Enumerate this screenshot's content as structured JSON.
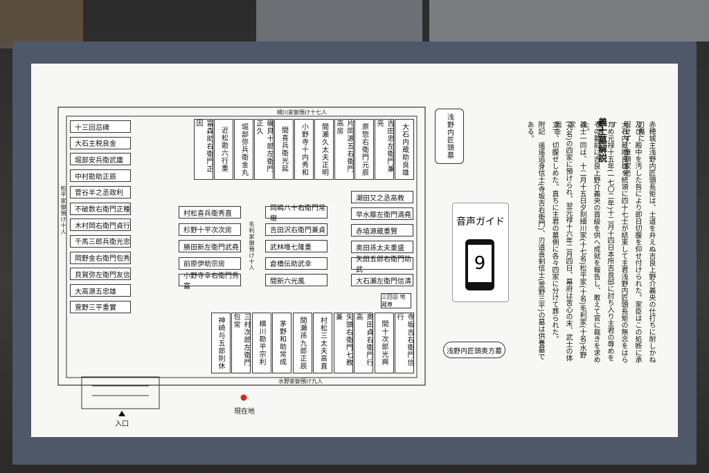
{
  "title": "義士墓解説",
  "guide": {
    "label": "音声ガイド",
    "number": "9"
  },
  "tomb_labels": {
    "main": "浅野内匠頭墓",
    "wife": "浅野内匠頭奥方墓",
    "here": "現在地",
    "entrance": "入口"
  },
  "group_labels": {
    "top": "細川家御預け十七人",
    "bottom": "水野家御預け九人",
    "left": "松平家御預け十人",
    "middle": "毛利家御預け十人",
    "special": "三回忌 地蔵尊"
  },
  "left_list": [
    "十三回忌碑",
    "大石主税良金",
    "堀部安兵衛武庸",
    "中村勘助正辰",
    "菅谷半之丞政利",
    "不破数右衛門正種",
    "木村岡右衛門貞行",
    "千馬三郎兵衛光忠",
    "岡野金右衛門包秀",
    "貝賀弥左衛門友信",
    "大高源五忠雄",
    "萱野三平重實"
  ],
  "top_row": [
    "大石内蔵助良雄",
    "吉田忠左衛門兼亮",
    "原惣右衛門元辰",
    "片岡源五右衛門高房",
    "間瀬久太夫正明",
    "小野寺十内秀和",
    "間喜兵衛光延",
    "磯貝十郎左衛門正久",
    "堀部弥兵衛金丸",
    "近松勘六行重",
    "富森助右衛門正因"
  ],
  "mid_left": [
    "村松喜兵衛秀直",
    "杉野十平次次房",
    "勝田新左衛門武堯",
    "前原伊助宗房",
    "小野寺幸右衛門秀富"
  ],
  "mid_center": [
    "岡嶋八十右衛門常樹",
    "吉田沢右衛門兼貞",
    "武林唯七隆重",
    "倉橋伝助武幸",
    "間新六光風"
  ],
  "mid_right": [
    "潮田又之丞高教",
    "早水藤左衛門満堯",
    "赤埴源蔵重賢",
    "奥田孫太夫重盛",
    "矢田五郎右衛門助武",
    "大石瀬左衛門信清"
  ],
  "bottom_row": [
    "寺坂吉右衛門信行",
    "間十次郎光興",
    "奥田貞右衛門行高",
    "矢頭右衛門七教兼",
    "村松三太夫高直",
    "間瀬孫九郎正辰",
    "茅野和助常成",
    "横川勘平宗利",
    "三村次郎左衛門包常",
    "神崎与五郎則休"
  ],
  "description": [
    "赤穂城主浅野内匠頭長矩は、士道を弁えぬ吉良上野介義央の仕打ちに耐しかね刃傷に",
    "及び、殿中を汚した咎により即日切腹を仰せ付けられた。家臣はこの処断に承服せず、筆頭家老",
    "大石内蔵助良雄を統領に四十七士が結束して主君浅野内匠頭長矩の無念をはらす",
    "ため元禄十五年(一七〇二年)十二月十四日本所吉良邸に討ち入り主君の辱めを雪ぎ、",
    "その墓前に吉良上野介義央の首級を供へ成就を報告し、敢えて官に裁きを求めた。",
    "義士一同は、十二月十五日夕刻細川家(十七名)松平家(十名)毛利家(十名)水野家",
    "(九名)の四家に預けられ、翌元禄十六年二月四日、幕府は苦心の末、武士の体面を",
    "立て、切腹せしめた。直ちに主君の墓側に各々四家に分けて葬られた。",
    "附記　遥遥追身信士(寺坂吉右衛門)、刃道喜剣信士(萱野三平)の墓は供養墓である。"
  ]
}
